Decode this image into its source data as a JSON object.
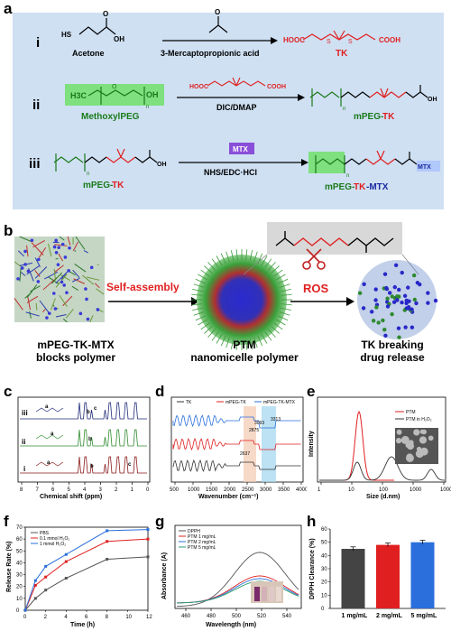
{
  "panels": {
    "a": "a",
    "b": "b",
    "c": "c",
    "d": "d",
    "e": "e",
    "f": "f",
    "g": "g",
    "h": "h"
  },
  "schemeA": {
    "steps": [
      "i",
      "ii",
      "iii"
    ],
    "acetone": "Acetone",
    "mpa": "3-Mercaptopropionic acid",
    "tk": "TK",
    "methoxypeg": "MethoxylPEG",
    "dicdmap": "DIC/DMAP",
    "mpegtk_prefix": "mPEG-",
    "mpegtk_suffix": "TK",
    "mtx": "MTX",
    "nhs": "NHS/EDC·HCl",
    "final_prefix": "mPEG-",
    "final_tk": "TK",
    "final_mtx": "-MTX",
    "sh": "HS",
    "oh": "OH",
    "cooh": "COOH",
    "hooc": "HOOC",
    "h3c": "H3C",
    "n": "n",
    "mtx_end": "MTX"
  },
  "schemeB": {
    "self_assembly": "Self-assembly",
    "ros": "ROS",
    "cap1": [
      "mPEG-TK-MTX",
      "blocks polymer"
    ],
    "cap2": [
      "PTM",
      "nanomicelle polymer"
    ],
    "cap3": [
      "TK breaking",
      "drug release"
    ]
  },
  "chart_data": [
    {
      "panel": "c",
      "type": "line",
      "xlabel": "Chemical shift (ppm)",
      "x_ticks": [
        "8",
        "7",
        "6",
        "5",
        "4",
        "3",
        "2",
        "1",
        "0"
      ],
      "traces": [
        "iii",
        "ii",
        "i"
      ],
      "colors": [
        "#1e2a7a",
        "#2e8b2e",
        "#8b1a1a"
      ],
      "peak_labels": [
        "a",
        "b",
        "c",
        "a",
        "b",
        "a",
        "b",
        "c"
      ]
    },
    {
      "panel": "d",
      "type": "line",
      "xlabel": "Wavenumber (cm⁻¹)",
      "x_ticks": [
        "500",
        "1000",
        "1500",
        "2000",
        "2500",
        "3000",
        "3500",
        "4000"
      ],
      "legend": [
        "TK",
        "mPEG-TK",
        "mPEG-TK-MTX"
      ],
      "colors": [
        "#333333",
        "#e02020",
        "#2a6fdb"
      ],
      "annotations": [
        "3093",
        "2875",
        "3313",
        "2637"
      ]
    },
    {
      "panel": "e",
      "type": "line",
      "xlabel": "Size (d.nm)",
      "ylabel": "Intensity",
      "x_ticks": [
        "1",
        "10",
        "100",
        "1000",
        "10000"
      ],
      "legend": [
        "PTM",
        "PTM  in H₂O₂"
      ],
      "colors": [
        "#e02020",
        "#333333"
      ]
    },
    {
      "panel": "f",
      "type": "line",
      "xlabel": "Time (h)",
      "ylabel": "Release Rate (%)",
      "x": [
        0,
        1,
        2,
        4,
        8,
        12
      ],
      "x_ticks": [
        "0",
        "2",
        "4",
        "6",
        "8",
        "10",
        "12"
      ],
      "y_ticks": [
        "0",
        "10",
        "20",
        "30",
        "40",
        "50",
        "60",
        "70"
      ],
      "ylim": [
        0,
        70
      ],
      "legend": [
        "PBS",
        "0.1 mmol H₂O₂",
        "1 mmol H₂O₂"
      ],
      "colors": [
        "#555555",
        "#e02020",
        "#2a6fdb"
      ],
      "series": [
        {
          "name": "PBS",
          "values": [
            0,
            10,
            17,
            27,
            43,
            45
          ]
        },
        {
          "name": "0.1 mmol H₂O₂",
          "values": [
            0,
            21,
            28,
            41,
            58,
            60
          ]
        },
        {
          "name": "1 mmol H₂O₂",
          "values": [
            0,
            25,
            37,
            47,
            67,
            68
          ]
        }
      ],
      "origin_label": "0.0"
    },
    {
      "panel": "g",
      "type": "line",
      "xlabel": "Wavelength (nm)",
      "ylabel": "Absorbance (A)",
      "x_ticks": [
        "460",
        "480",
        "500",
        "520",
        "540"
      ],
      "legend": [
        "DPPH",
        "PTM 1 mg/mL",
        "PTM 2 mg/mL",
        "PTM 5 mg/mL"
      ],
      "colors": [
        "#555555",
        "#e02020",
        "#2a6fdb",
        "#2e9e6e"
      ]
    },
    {
      "panel": "h",
      "type": "bar",
      "ylabel": "DPPH Clearance (%)",
      "categories": [
        "1 mg/mL",
        "2 mg/mL",
        "5 mg/mL"
      ],
      "values": [
        45,
        48,
        50
      ],
      "errors": [
        1.5,
        1.5,
        1.5
      ],
      "y_ticks": [
        "0",
        "10",
        "20",
        "30",
        "40",
        "50",
        "60"
      ],
      "ylim": [
        0,
        60
      ],
      "colors": [
        "#444444",
        "#e02020",
        "#2a6fdb"
      ]
    }
  ]
}
